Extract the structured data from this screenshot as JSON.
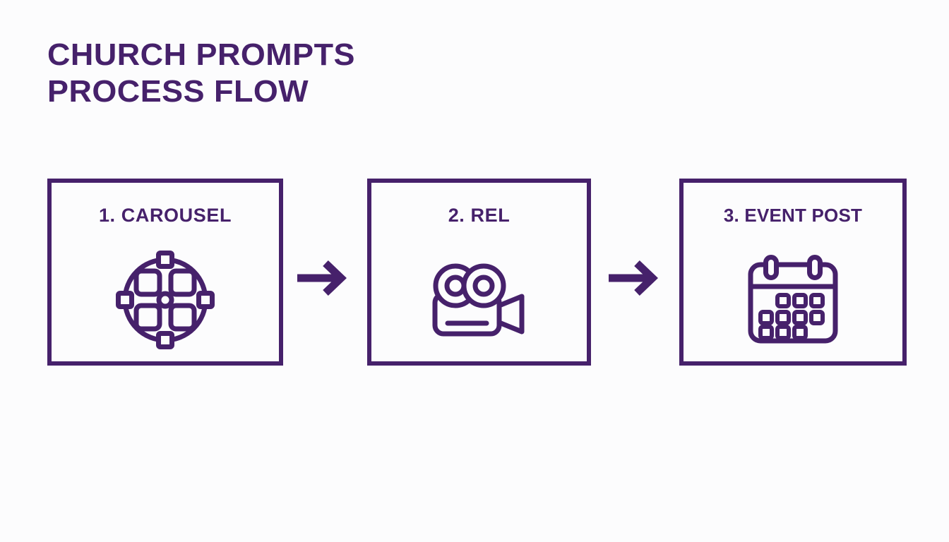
{
  "slide": {
    "background_color": "#fcfcfd",
    "accent_color": "#46216b",
    "title": {
      "line1": "CHURCH PROMPTS",
      "line2": "PROCESS FLOW"
    }
  },
  "flow": {
    "steps": [
      {
        "label": "1. CAROUSEL",
        "icon": "carousel-icon"
      },
      {
        "label": "2. REL",
        "icon": "video-camera-icon"
      },
      {
        "label": "3. EVENT POST",
        "icon": "calendar-icon"
      }
    ],
    "connectors": [
      {
        "icon": "arrow-right-icon"
      },
      {
        "icon": "arrow-right-icon"
      }
    ]
  }
}
